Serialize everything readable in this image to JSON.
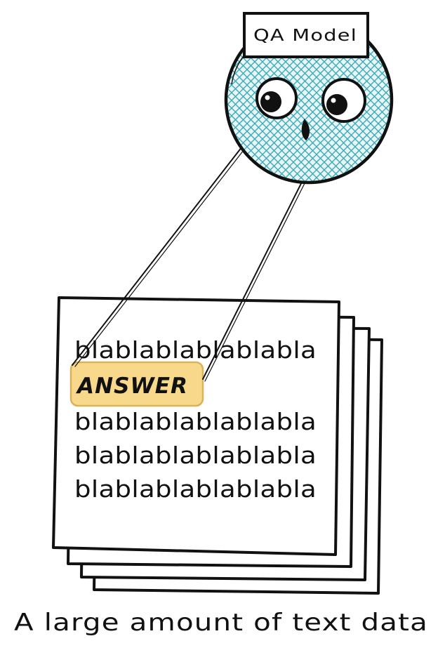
{
  "model": {
    "label": "QA Model"
  },
  "document": {
    "lines": [
      "blablablablablabla",
      "blablablablablabla",
      "blablablablablabla",
      "blablablablablabla"
    ],
    "answer": "ANSWER"
  },
  "caption": "A large amount of text data",
  "colors": {
    "ink": "#111111",
    "head_hatch": "#3aaab8",
    "head_fill": "#e9f6f8",
    "answer_fill": "#f8d98c",
    "answer_stroke": "#d9b25a",
    "answer_text": "#6a4a0a"
  },
  "icons": {
    "head": "robot-head-icon",
    "eyes": "eye-icon"
  }
}
